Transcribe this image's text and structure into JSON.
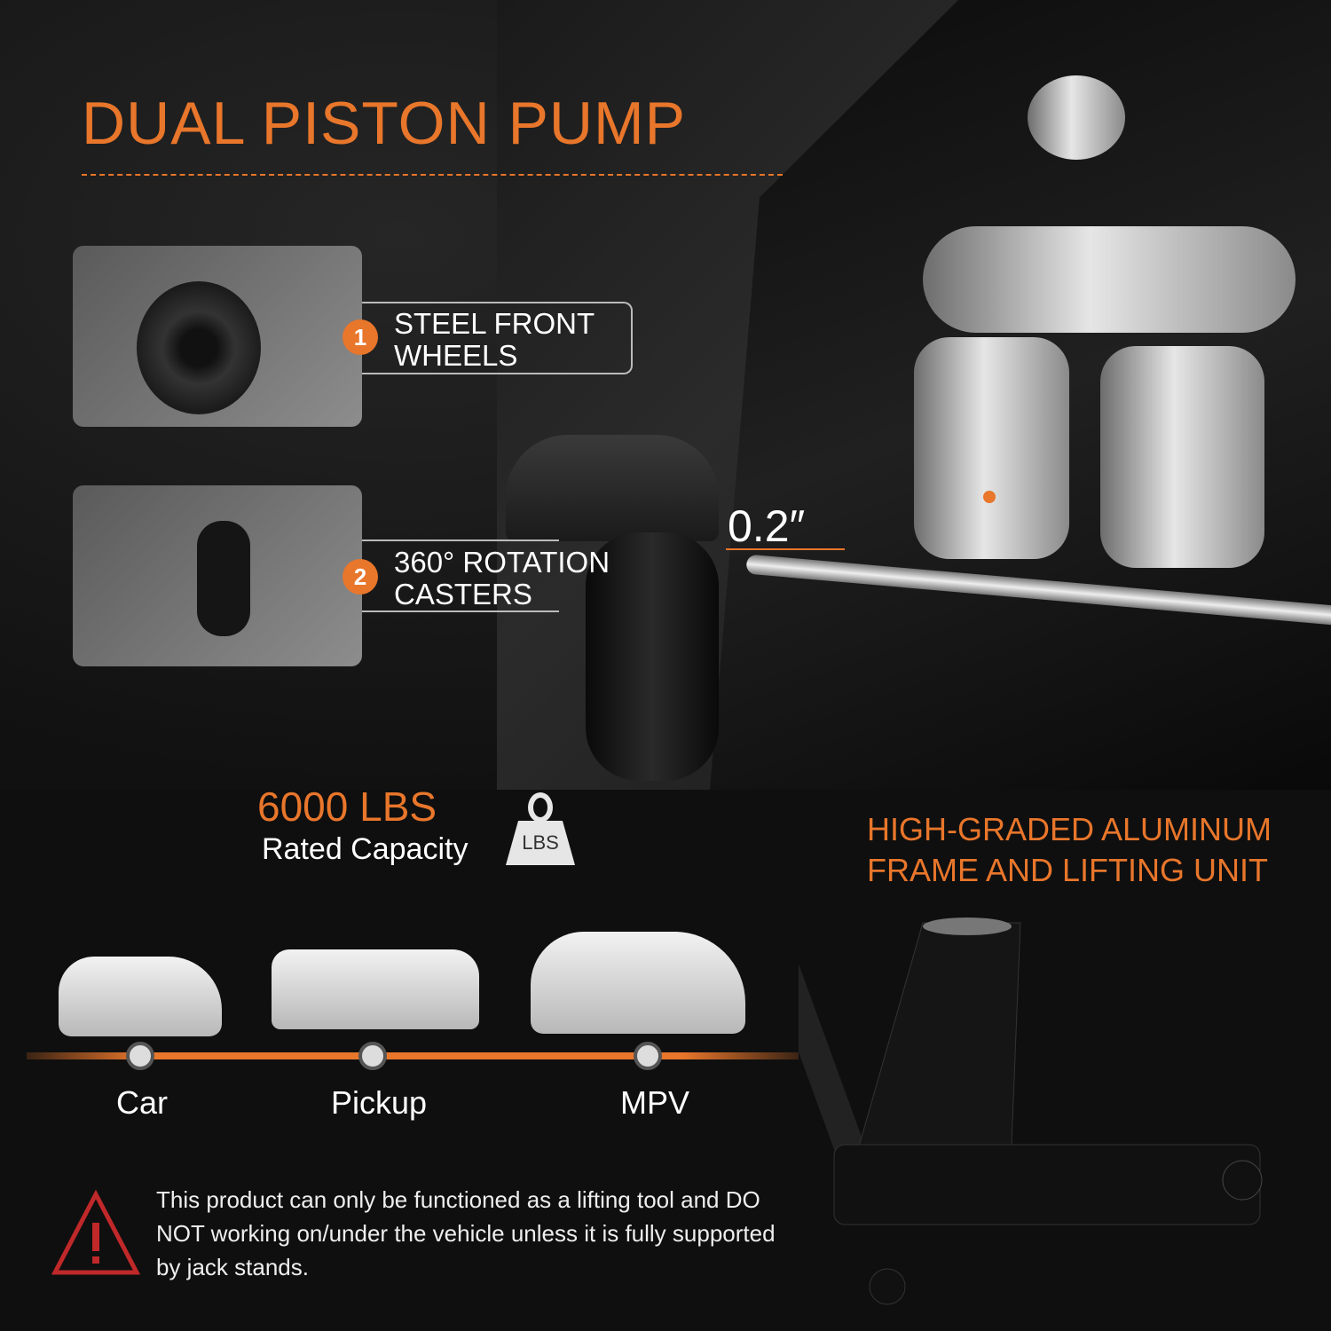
{
  "header": {
    "title": "DUAL PISTON PUMP"
  },
  "features": [
    {
      "number": "1",
      "label_line1": "STEEL FRONT",
      "label_line2": "WHEELS"
    },
    {
      "number": "2",
      "label_line1": "360° ROTATION",
      "label_line2": "CASTERS"
    }
  ],
  "measurement": "0.2″",
  "capacity": {
    "value": "6000 LBS",
    "label": "Rated Capacity",
    "icon_text": "LBS"
  },
  "material": {
    "line1": "HIGH-GRADED ALUMINUM",
    "line2": "FRAME AND LIFTING UNIT"
  },
  "vehicles": [
    {
      "label": "Car"
    },
    {
      "label": "Pickup"
    },
    {
      "label": "MPV"
    }
  ],
  "warning": "This product can only be functioned as a lifting tool and DO NOT working on/under the vehicle unless it is fully supported by jack stands.",
  "colors": {
    "accent": "#e8762b",
    "background": "#0f0f0f",
    "warning": "#c0282a"
  }
}
